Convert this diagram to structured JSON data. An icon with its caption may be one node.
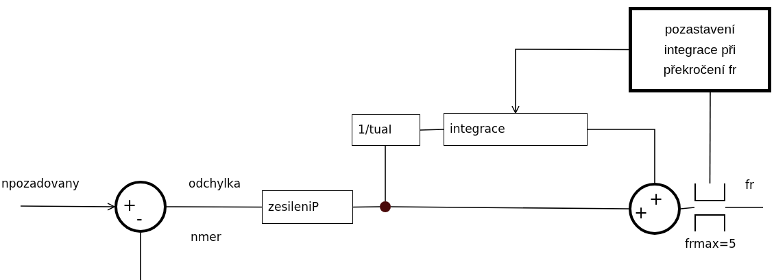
{
  "diagram": {
    "nodes": [
      {
        "text": [
          "+",
          "-"
        ]
      },
      {
        "text": [
          "zesileniP"
        ]
      },
      {
        "text": [],
        "shape": "circle"
      },
      {
        "text": [
          "1/tuaI"
        ]
      },
      {
        "text": [
          "integrace"
        ]
      },
      {
        "text": [
          "+",
          "+"
        ]
      },
      {
        "text": [],
        "shape": "bracket",
        "beside": [
          "frmax=5"
        ]
      },
      {
        "text": [
          "pozastavení integrace při překročení fr"
        ]
      }
    ],
    "edges": [
      {
        "from": null,
        "to": 0,
        "arrow": "to",
        "label": "npozadovany"
      },
      {
        "from": null,
        "to": 0,
        "arrow": "none",
        "label": "nmer"
      },
      {
        "from": 0,
        "to": 1,
        "arrow": "none",
        "label": "odchylka"
      },
      {
        "from": 1,
        "to": 2,
        "arrow": "none"
      },
      {
        "from": 2,
        "to": 5,
        "arrow": "none"
      },
      {
        "from": 2,
        "to": 3,
        "arrow": "none"
      },
      {
        "from": 3,
        "to": 4,
        "arrow": "none"
      },
      {
        "from": 4,
        "to": 5,
        "arrow": "none"
      },
      {
        "from": 7,
        "to": 4,
        "arrow": "to"
      },
      {
        "from": 6,
        "to": 7,
        "arrow": "none"
      },
      {
        "from": 5,
        "to": 6,
        "arrow": "none"
      },
      {
        "from": 6,
        "to": null,
        "arrow": "none",
        "label": "fr"
      }
    ]
  }
}
